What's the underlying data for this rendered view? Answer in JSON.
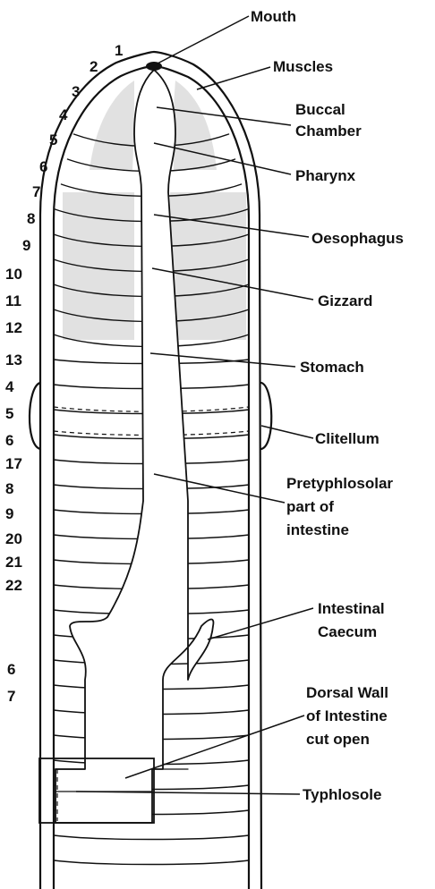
{
  "labels": {
    "mouth": "Mouth",
    "muscles": "Muscles",
    "buccal_1": "Buccal",
    "buccal_2": "Chamber",
    "pharynx": "Pharynx",
    "oesophagus": "Oesophagus",
    "gizzard": "Gizzard",
    "stomach": "Stomach",
    "clitellum": "Clitellum",
    "intestine_1": "Pretyphlosolar",
    "intestine_2": "part of",
    "intestine_3": "intestine",
    "caecum_1": "Intestinal",
    "caecum_2": "Caecum",
    "dorsal_1": "Dorsal Wall",
    "dorsal_2": "of Intestine",
    "dorsal_3": "cut open",
    "typhlosole": "Typhlosole"
  },
  "segments": [
    "1",
    "2",
    "3",
    "4",
    "5",
    "6",
    "7",
    "8",
    "9",
    "10",
    "11",
    "12",
    "13",
    "4",
    "5",
    "6",
    "17",
    "8",
    "9",
    "20",
    "21",
    "22",
    "6",
    "7"
  ]
}
